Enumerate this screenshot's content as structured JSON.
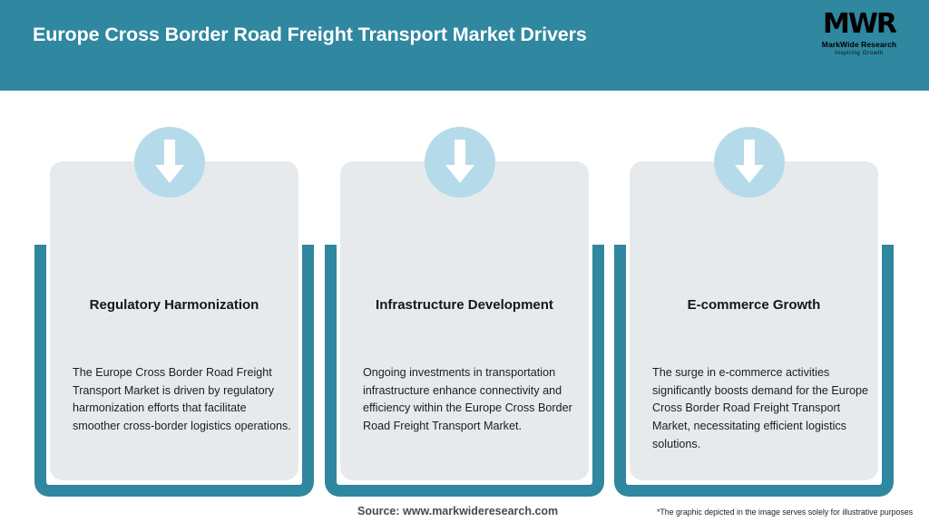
{
  "header": {
    "title": "Europe Cross Border Road Freight Transport Market Drivers",
    "background_color": "#2f87a0",
    "title_color": "#ffffff"
  },
  "logo": {
    "mark": "MWR",
    "name": "MarkWide Research",
    "tagline": "Inspiring Growth"
  },
  "theme": {
    "teal": "#2f87a0",
    "card_bg": "#e7eaec",
    "icon_circle": "#b5dbea",
    "arrow": "#ffffff"
  },
  "cards": [
    {
      "icon": "arrow-down-icon",
      "title": "Regulatory Harmonization",
      "body": "The Europe Cross Border Road Freight Transport Market is driven by regulatory harmonization efforts that facilitate smoother cross-border logistics operations."
    },
    {
      "icon": "arrow-down-icon",
      "title": "Infrastructure Development",
      "body": "Ongoing investments in transportation infrastructure enhance connectivity and efficiency within the Europe Cross Border Road Freight Transport Market."
    },
    {
      "icon": "arrow-down-icon",
      "title": "E-commerce Growth",
      "body": "The surge in e-commerce activities significantly boosts demand for the Europe Cross Border Road Freight Transport Market, necessitating efficient logistics solutions."
    }
  ],
  "footer": {
    "source": "Source: www.markwideresearch.com",
    "note": "*The graphic depicted in the image serves solely for illustrative purposes"
  }
}
